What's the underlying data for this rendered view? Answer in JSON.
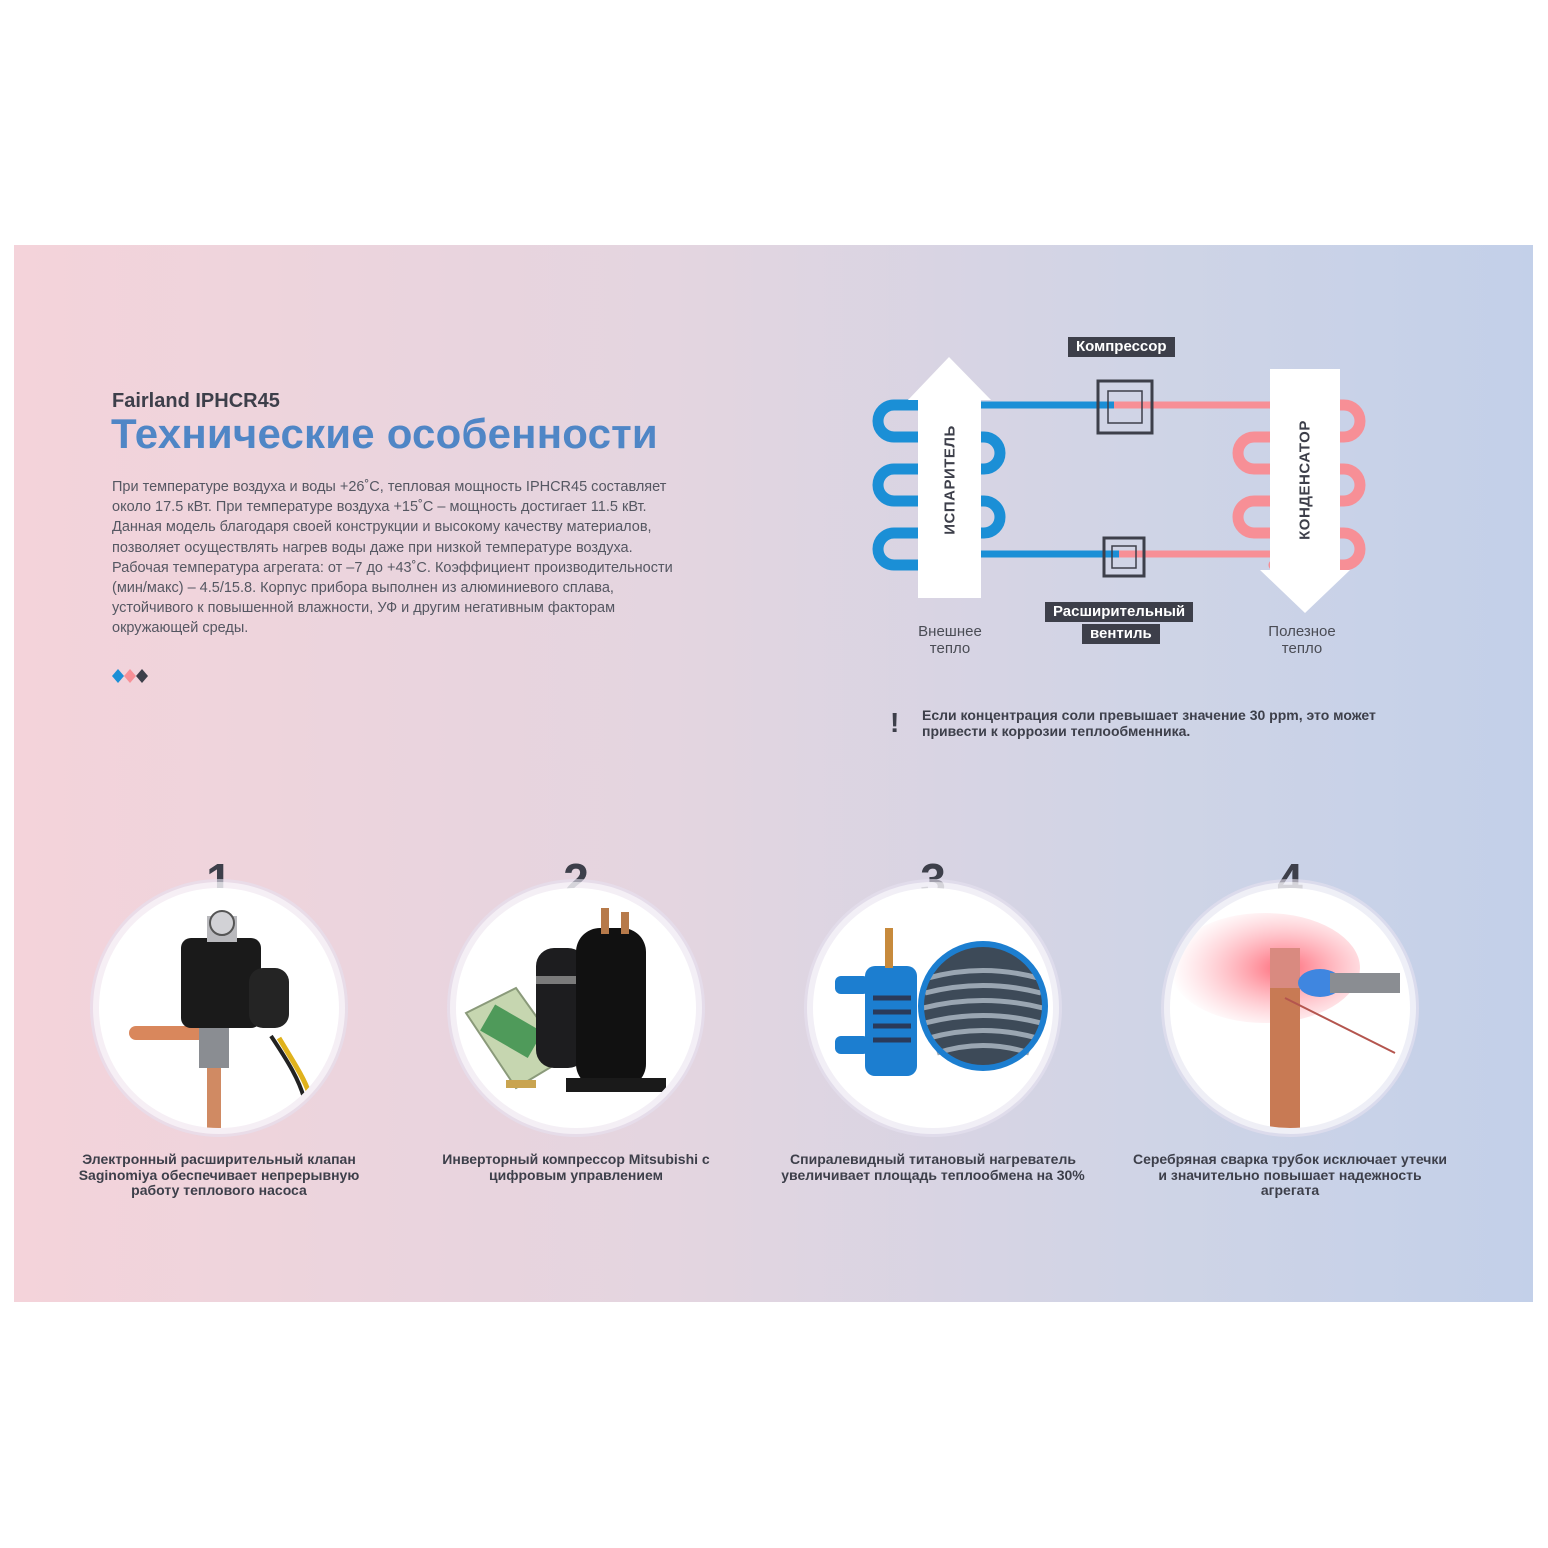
{
  "header": {
    "brand": "Fairland IPHCR45",
    "title": "Технические особенности",
    "description": "При температуре воздуха и воды +26˚С, тепловая мощность IPHCR45 составляет около 17.5 кВт. При температуре воздуха +15˚С – мощность достигает 11.5 кВт. Данная модель благодаря своей конструкции и высокому качеству материалов, позволяет осуществлять нагрев воды даже при низкой температуре воздуха. Рабочая температура агрегата: от –7 до +43˚С. Коэффициент производительности (мин/макс) – 4.5/15.8. Корпус прибора выполнен из алюминиевого сплава, устойчивого к повышенной влажности, УФ и другим негативным факторам окружающей среды."
  },
  "diagram": {
    "compressor_label": "Компрессор",
    "valve_label_line1": "Расширительный",
    "valve_label_line2": "вентиль",
    "evaporator_label": "ИСПАРИТЕЛЬ",
    "condenser_label": "КОНДЕНСАТОР",
    "outside_heat_line1": "Внешнее",
    "outside_heat_line2": "тепло",
    "useful_heat_line1": "Полезное",
    "useful_heat_line2": "тепло",
    "colors": {
      "cold": "#1b8fd6",
      "hot": "#f78f96",
      "dark": "#3d3f4a"
    }
  },
  "warning": {
    "icon": "!",
    "text": "Если концентрация соли превышает значение 30 ppm, это может привести к коррозии теплообменника."
  },
  "features": [
    {
      "number": "1",
      "icon": "expansion-valve",
      "text": "Электронный расширительный клапан Saginomiya обеспечивает непрерывную работу теплового насоса"
    },
    {
      "number": "2",
      "icon": "compressor",
      "text": "Инверторный компрессор Mitsubishi с цифровым управлением"
    },
    {
      "number": "3",
      "icon": "titanium-heater",
      "text": "Спиралевидный титановый нагреватель увеличивает площадь теплообмена на 30%"
    },
    {
      "number": "4",
      "icon": "silver-welding",
      "text": "Серебряная сварка трубок исключает утечки и значительно повышает надежность агрегата"
    }
  ]
}
